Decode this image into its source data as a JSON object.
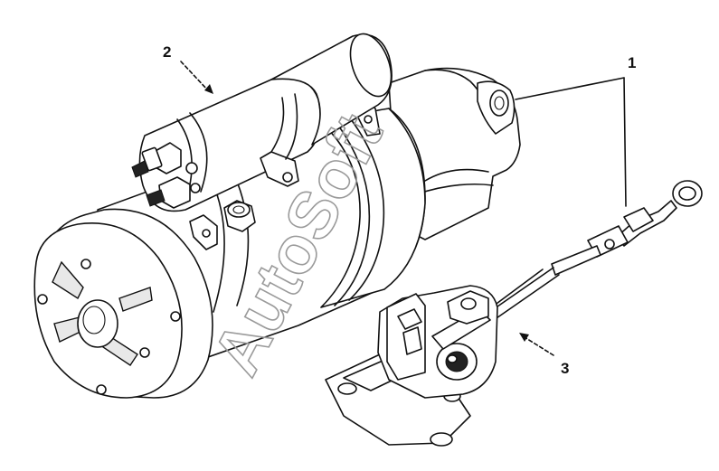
{
  "diagram": {
    "callouts": [
      {
        "id": "1",
        "label": "1"
      },
      {
        "id": "2",
        "label": "2"
      },
      {
        "id": "3",
        "label": "3"
      }
    ],
    "watermark": "AutoSoft"
  }
}
